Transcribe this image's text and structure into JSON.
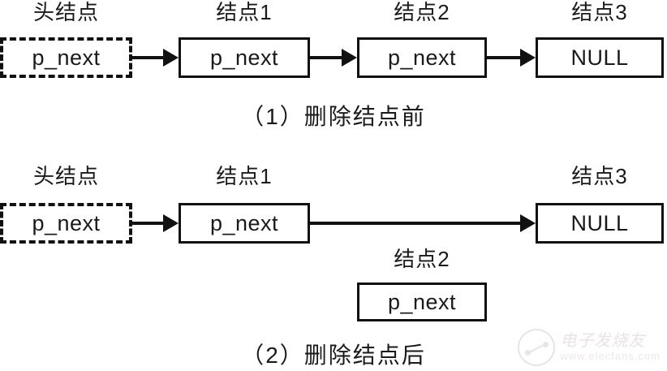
{
  "figure": {
    "title": "singly-linked-list-node-deletion-diagram",
    "background_color": "#ffffff",
    "line_color": "#111111",
    "text_color": "#1a1a1a"
  },
  "sections": [
    {
      "id": "before",
      "caption": "（1）删除结点前",
      "nodes": [
        {
          "title": "头结点",
          "value": "p_next",
          "style": "dashed"
        },
        {
          "title": "结点1",
          "value": "p_next",
          "style": "solid"
        },
        {
          "title": "结点2",
          "value": "p_next",
          "style": "solid"
        },
        {
          "title": "结点3",
          "value": "NULL",
          "style": "solid"
        }
      ]
    },
    {
      "id": "after",
      "caption": "（2）删除结点后",
      "nodes": [
        {
          "title": "头结点",
          "value": "p_next",
          "style": "dashed"
        },
        {
          "title": "结点1",
          "value": "p_next",
          "style": "solid"
        },
        {
          "title": "结点3",
          "value": "NULL",
          "style": "solid"
        },
        {
          "title": "结点2",
          "value": "p_next",
          "style": "solid"
        }
      ]
    }
  ],
  "watermark": {
    "brand": "电子发烧友",
    "url": "www.elecfans.com",
    "color": "#b9a3a0"
  }
}
